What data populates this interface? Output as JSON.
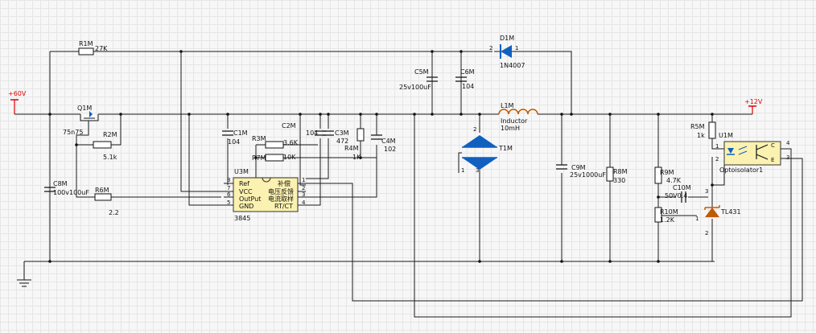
{
  "power": {
    "in_label": "+60V",
    "out_label": "+12V"
  },
  "components": {
    "r1": {
      "ref": "R1M",
      "value": "27K"
    },
    "q1": {
      "ref": "Q1M",
      "value": "75n75"
    },
    "r2": {
      "ref": "R2M",
      "value": "5.1k"
    },
    "c8": {
      "ref": "C8M",
      "value": "100v100uF"
    },
    "r6": {
      "ref": "R6M",
      "value": "2.2"
    },
    "c1": {
      "ref": "C1M",
      "value": "104"
    },
    "r3": {
      "ref": "R3M",
      "value": "3.6K"
    },
    "c2": {
      "ref": "C2M",
      "value": "104"
    },
    "r7": {
      "ref": "R7M",
      "value": "10K"
    },
    "c3": {
      "ref": "C3M",
      "value": "472"
    },
    "r4": {
      "ref": "R4M",
      "value": "1K"
    },
    "c4": {
      "ref": "C4M",
      "value": "102"
    },
    "c5": {
      "ref": "C5M",
      "value": "25v100uF"
    },
    "c6": {
      "ref": "C6M",
      "value": "104"
    },
    "d1": {
      "ref": "D1M",
      "value": "1N4007",
      "pin_left": "2",
      "pin_right": "1"
    },
    "l1": {
      "ref": "L1M",
      "type": "Inductor",
      "value": "10mH"
    },
    "t1": {
      "ref": "T1M",
      "pin_top": "2",
      "pin_left": "1",
      "pin_bottom": "3"
    },
    "c9": {
      "ref": "C9M",
      "value": "25v1000uF"
    },
    "r8": {
      "ref": "R8M",
      "value": "330"
    },
    "r9": {
      "ref": "R9M",
      "value": "4.7K"
    },
    "c10": {
      "ref": "C10M",
      "value": "50V0.4"
    },
    "r10": {
      "ref": "R10M",
      "value": "1.2K"
    },
    "r5": {
      "ref": "R5M",
      "value": "1k"
    },
    "u1": {
      "ref": "U1M",
      "name": "Optoisolator1",
      "pin1": "1",
      "pin2": "2",
      "pin3": "3",
      "pin4": "4"
    },
    "tl431": {
      "name": "TL431",
      "pin1": "1",
      "pin2": "2",
      "pin3": "3"
    }
  },
  "u3": {
    "ref": "U3M",
    "part": "3845",
    "left_pins": [
      "Ref",
      "VCC",
      "OutPut",
      "GND"
    ],
    "right_pins": [
      "补偿",
      "电压反馈",
      "电流取样",
      "RT/CT"
    ],
    "left_nums": [
      "8",
      "7",
      "6",
      "5"
    ],
    "right_nums": [
      "1",
      "2",
      "3",
      "4"
    ]
  }
}
